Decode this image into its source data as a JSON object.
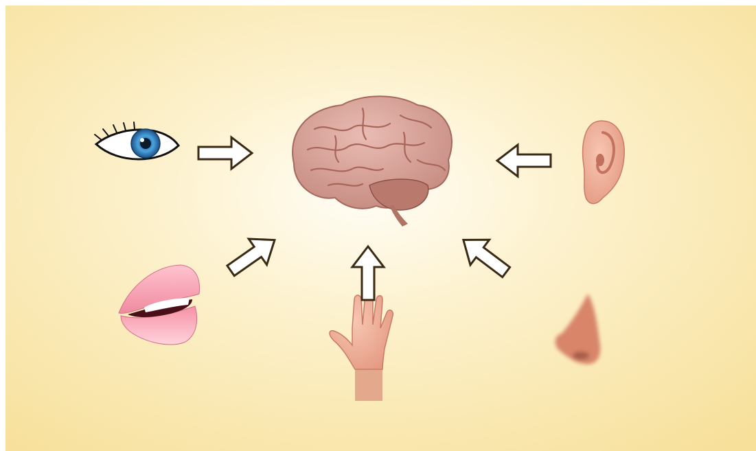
{
  "diagram": {
    "type": "senses-to-brain",
    "background": {
      "center": "#fffdf6",
      "edge": "#f7e09a"
    },
    "center": {
      "icon": "brain-icon",
      "color": "#d9a49a"
    },
    "senses": [
      {
        "icon": "eye-icon",
        "arrow_direction": "right"
      },
      {
        "icon": "ear-icon",
        "arrow_direction": "left"
      },
      {
        "icon": "mouth-icon",
        "arrow_direction": "up-right"
      },
      {
        "icon": "hand-icon",
        "arrow_direction": "up"
      },
      {
        "icon": "nose-icon",
        "arrow_direction": "up-left"
      }
    ],
    "arrow": {
      "fill": "#ffffff",
      "stroke": "#3a2a14"
    }
  }
}
